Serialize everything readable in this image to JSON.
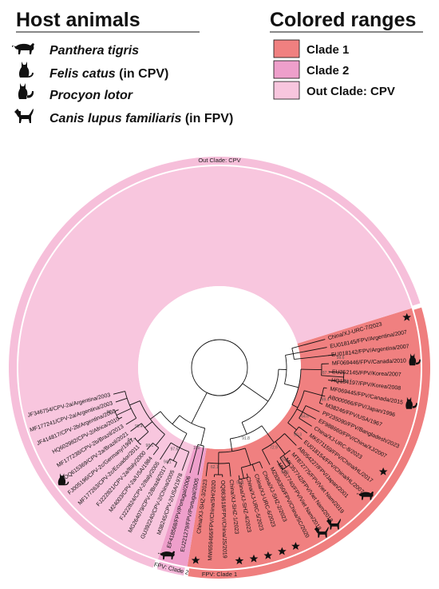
{
  "legend": {
    "host_title": "Host animals",
    "hosts": [
      {
        "name": "Panthera tigris",
        "note": "",
        "icon": "tiger-icon"
      },
      {
        "name": "Felis catus",
        "note": " (in CPV)",
        "icon": "cat-icon"
      },
      {
        "name": "Procyon lotor",
        "note": "",
        "icon": "raccoon-icon"
      },
      {
        "name": "Canis lupus familiaris",
        "note": " (in FPV)",
        "icon": "dog-icon"
      }
    ],
    "range_title": "Colored ranges",
    "ranges": [
      {
        "label": "Clade 1",
        "color": "#f08080"
      },
      {
        "label": "Clade 2",
        "color": "#ee9fcb"
      },
      {
        "label": "Out Clade: CPV",
        "color": "#f8c6de"
      }
    ]
  },
  "colors": {
    "clade1_fill": "#f08080",
    "clade1_ring": "#ef7e7e",
    "clade2_fill": "#ee9fcb",
    "clade2_ring": "#f3b6d8",
    "cpv_fill": "#f8c6de",
    "cpv_ring": "#f6bfda"
  },
  "ring_labels": {
    "cpv": "Out Clade:  CPV",
    "clade2": "FPV:  Clade 2",
    "clade1": "FPV:  Clade 1"
  },
  "leaves": [
    {
      "label": "China/XJ-URC-7/2023",
      "mark": "star"
    },
    {
      "label": "EU018145/FPV/Argentina/2007",
      "mark": ""
    },
    {
      "label": "EU018142/FPV/Argentina/2007",
      "mark": ""
    },
    {
      "label": "MF069446/FPV/Canada/2010",
      "mark": "raccoon"
    },
    {
      "label": "EU252145/FPV/Korea/2007",
      "mark": ""
    },
    {
      "label": "HQ184197/FPV/Korea/2008",
      "mark": ""
    },
    {
      "label": "MF069445/FPV/Canada/2015",
      "mark": "raccoon"
    },
    {
      "label": "AB000066/FPV/Japan/1996",
      "mark": ""
    },
    {
      "label": "M38246/FPV/USA/1967",
      "mark": ""
    },
    {
      "label": "PP235090/FPV/Bangladesh/2023",
      "mark": ""
    },
    {
      "label": "EF988660/FPV/China/XJ/2007",
      "mark": ""
    },
    {
      "label": "China/XJ-URC-8/2023",
      "mark": "star"
    },
    {
      "label": "MK671159/FPV/China/HL/2017",
      "mark": ""
    },
    {
      "label": "EU018154/FPV/China/HL/2007",
      "mark": "tiger"
    },
    {
      "label": "AB054227/FPV/Japan/2001",
      "mark": ""
    },
    {
      "label": "MT872775/FPV/Viet Nam/2019",
      "mark": ""
    },
    {
      "label": "MK357742/FPV/Viet Nam/2018",
      "mark": "dog"
    },
    {
      "label": "MK357740/FPV/Viet Nam/2018",
      "mark": "dog"
    },
    {
      "label": "MZ836350/FPV/China/SC/2020",
      "mark": ""
    },
    {
      "label": "China/XJ-SHZ-2/2023",
      "mark": "star"
    },
    {
      "label": "China/XJ-URC-6/2023",
      "mark": "star"
    },
    {
      "label": "China/XJ-URC-5/2023",
      "mark": "star"
    },
    {
      "label": "China/XJ-SHZ-4/2023",
      "mark": "star"
    },
    {
      "label": "China/XJ-SHZ-1/2023",
      "mark": "star"
    },
    {
      "label": "OQ863618/FPV/China/JS/2019",
      "mark": ""
    },
    {
      "label": "MW659466/FPV/China/SH/2020",
      "mark": ""
    },
    {
      "label": "China/XJ-SHZ-3/2023",
      "mark": "star"
    },
    {
      "label": "EU221279/FPV/Portugal/2005",
      "mark": ""
    },
    {
      "label": "EF418568/FPV/Portugal/2006",
      "mark": "tiger"
    },
    {
      "label": "M38245/CPV-2/USA/1978",
      "mark": ""
    },
    {
      "label": "GU392240/CPV-2/China/2005",
      "mark": ""
    },
    {
      "label": "MG264079/CPV-2/Brazil/2017",
      "mark": ""
    },
    {
      "label": "FJ222824/CPV-2/Italy/2005",
      "mark": ""
    },
    {
      "label": "M24003/CPV-2a/USA/1984",
      "mark": ""
    },
    {
      "label": "FJ222821/CPV-2a/Italy/2000",
      "mark": ""
    },
    {
      "label": "MF177263/CPV-2c/Ecuador/2011",
      "mark": ""
    },
    {
      "label": "FJ005196/CPV-2c/Germany/1997",
      "mark": ""
    },
    {
      "label": "OQ615369/CPV-2a/Brazil/2021",
      "mark": "cat"
    },
    {
      "label": "MF177238/CPV-2b/Brazil/2013",
      "mark": ""
    },
    {
      "label": "HQ602982/CPV-2/Africa/2010",
      "mark": ""
    },
    {
      "label": "JF414817/CPV-2b/Argentina/2003",
      "mark": ""
    },
    {
      "label": "MF177241/CPV-2a/Argentina/2003",
      "mark": ""
    },
    {
      "label": "JF346754/CPV-2a/Argentina/2003",
      "mark": ""
    }
  ],
  "bootstrap": [
    "99.6",
    "87.7",
    "96.7",
    "69.4",
    "64.6",
    "90.3",
    "76.4",
    "97.6",
    "72.9",
    "50.1",
    "62.1",
    "91.8",
    "100",
    "94.1",
    "97.6",
    "98.1",
    "84.7",
    "99.4",
    "96.7"
  ]
}
